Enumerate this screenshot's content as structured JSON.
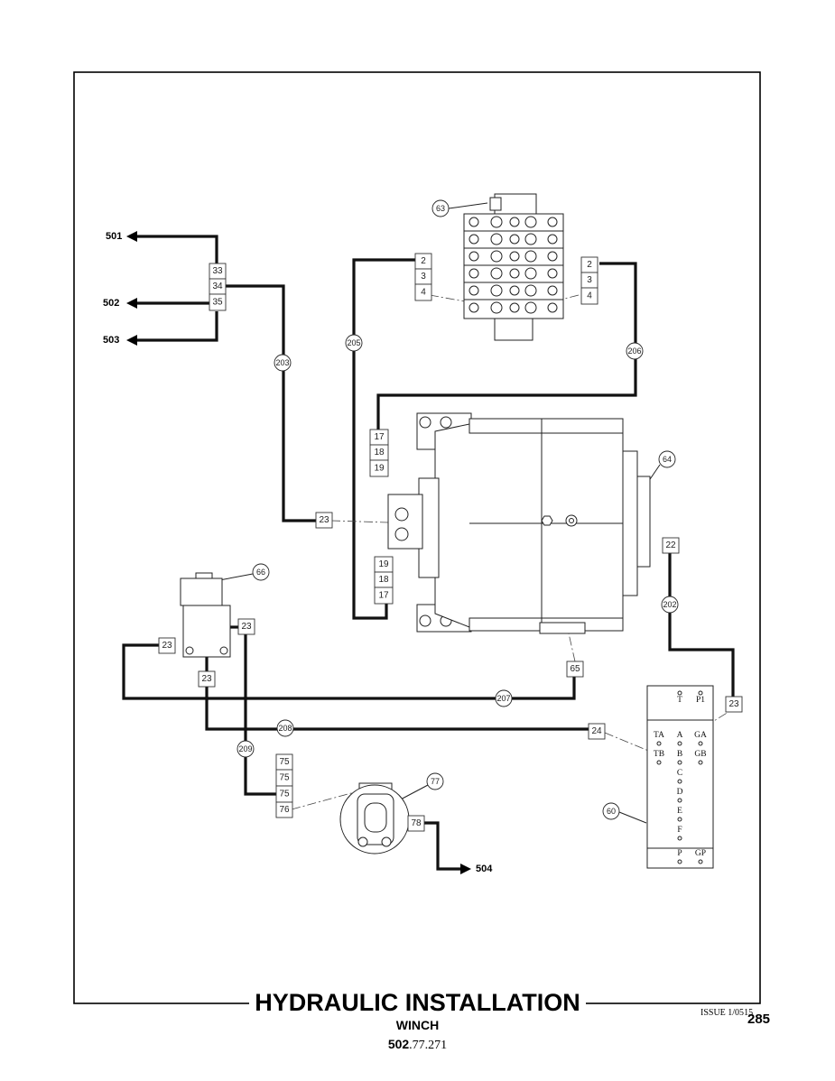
{
  "title": "HYDRAULIC INSTALLATION",
  "subtitle": "WINCH",
  "code_bold": "502",
  "code_rest": ".77.271",
  "issue": "ISSUE 1/05",
  "issue_suffix": "15",
  "page_number": "285",
  "destinations": {
    "d501": "501",
    "d502": "502",
    "d503": "503",
    "d504": "504"
  },
  "hose_ids": {
    "h202": "202",
    "h203": "203",
    "h205": "205",
    "h206": "206",
    "h207": "207",
    "h208": "208",
    "h209": "209"
  },
  "item_ids": {
    "i60": "60",
    "i63": "63",
    "i64": "64",
    "i65": "65",
    "i66": "66",
    "i77": "77"
  },
  "fittings": {
    "f33": "33",
    "f34": "34",
    "f35": "35",
    "f2": "2",
    "f3": "3",
    "f4": "4",
    "f17": "17",
    "f18": "18",
    "f19": "19",
    "f22": "22",
    "f23": "23",
    "f24": "24",
    "f75": "75",
    "f76": "76",
    "f78": "78"
  },
  "panel_ports": {
    "T": "T",
    "P1": "P1",
    "TA": "TA",
    "A": "A",
    "GA": "GA",
    "TB": "TB",
    "B": "B",
    "GB": "GB",
    "C": "C",
    "D": "D",
    "E": "E",
    "F": "F",
    "P": "P",
    "GP": "GP"
  }
}
